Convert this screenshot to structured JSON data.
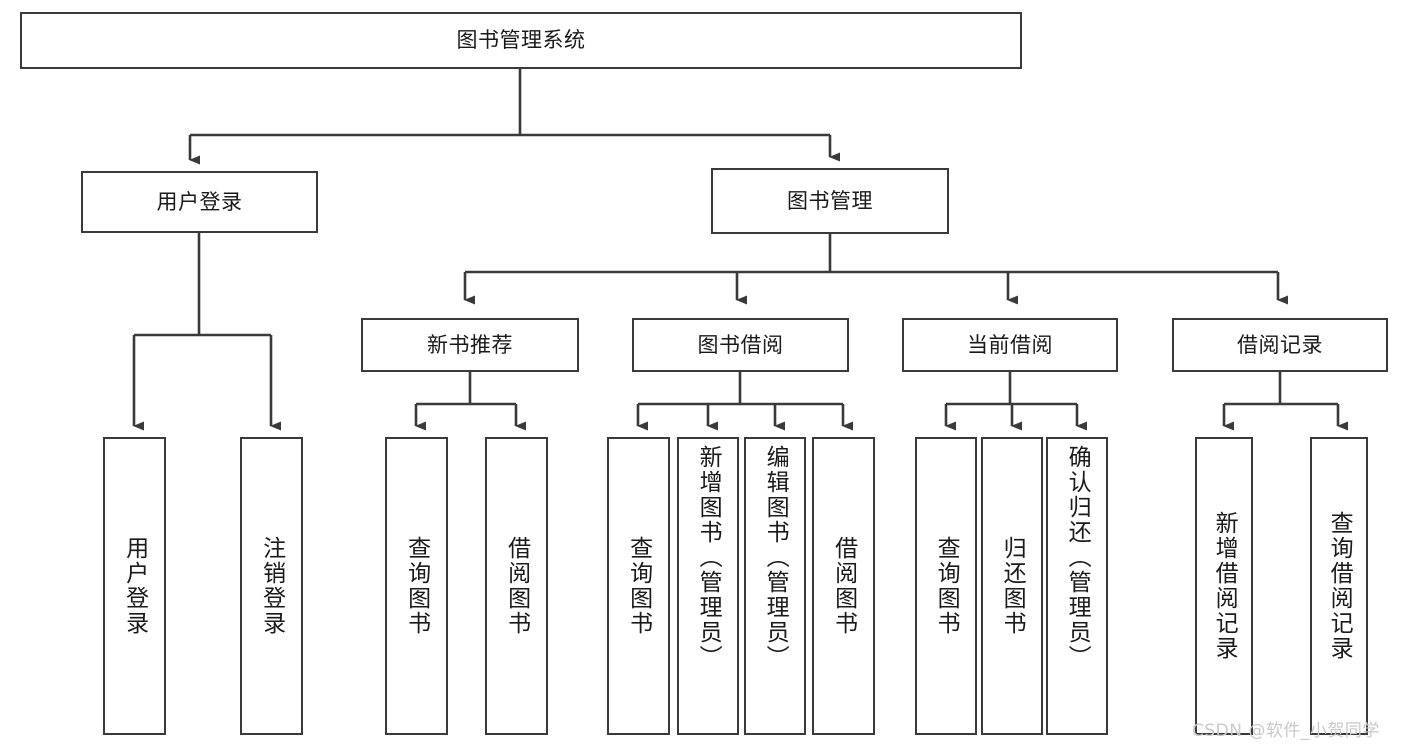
{
  "diagram": {
    "title": "图书管理系统",
    "type": "tree-hierarchy-diagram",
    "colors": {
      "box_border": "#3a3a3a",
      "box_fill": "#ffffff",
      "connector": "#3a3a3a",
      "text": "#1a1a1a",
      "watermark": "#c9c9c9",
      "background": "#ffffff"
    },
    "root": {
      "id": "root",
      "label": "图书管理系统"
    },
    "level2": [
      {
        "id": "user-login",
        "label": "用户登录"
      },
      {
        "id": "book-manage",
        "label": "图书管理"
      }
    ],
    "level3": [
      {
        "id": "new-book-rec",
        "label": "新书推荐"
      },
      {
        "id": "book-borrow",
        "label": "图书借阅"
      },
      {
        "id": "current-borrow",
        "label": "当前借阅"
      },
      {
        "id": "borrow-record",
        "label": "借阅记录"
      }
    ],
    "leaves": {
      "user_login": [
        {
          "id": "leaf-user-login",
          "label": "用户登录"
        },
        {
          "id": "leaf-user-logout",
          "label": "注销登录"
        }
      ],
      "new_book_rec": [
        {
          "id": "leaf-query-book-1",
          "label": "查询图书"
        },
        {
          "id": "leaf-borrow-book-1",
          "label": "借阅图书"
        }
      ],
      "book_borrow": [
        {
          "id": "leaf-query-book-2",
          "label": "查询图书"
        },
        {
          "id": "leaf-add-book",
          "label": "新增图书（管理员）"
        },
        {
          "id": "leaf-edit-book",
          "label": "编辑图书（管理员）"
        },
        {
          "id": "leaf-borrow-book-2",
          "label": "借阅图书"
        }
      ],
      "current_borrow": [
        {
          "id": "leaf-query-book-3",
          "label": "查询图书"
        },
        {
          "id": "leaf-return-book",
          "label": "归还图书"
        },
        {
          "id": "leaf-confirm-return",
          "label": "确认归还（管理员）"
        }
      ],
      "borrow_record": [
        {
          "id": "leaf-add-record",
          "label": "新增借阅记录"
        },
        {
          "id": "leaf-query-record",
          "label": "查询借阅记录"
        }
      ]
    }
  },
  "watermark": {
    "text": "CSDN @软件_小贺同学"
  }
}
